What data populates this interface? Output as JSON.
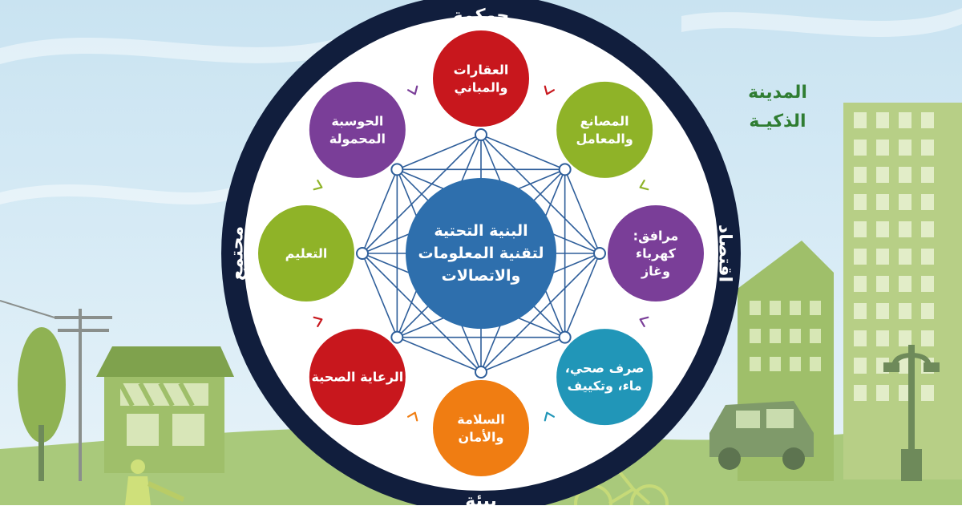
{
  "title": {
    "line1": "المدينة",
    "line2": "الذكيـة"
  },
  "ring_labels": {
    "top": "حوكمة",
    "right": "اقتصاد",
    "bottom": "بيئة",
    "left": "مجتمع"
  },
  "center": {
    "lines": [
      "البنية التحتية",
      "لتقنية المعلومات",
      "والاتصالات"
    ],
    "color": "#2e6fad"
  },
  "nodes": [
    {
      "lines": [
        "العقارات",
        "والمباني"
      ],
      "color": "#c8171d"
    },
    {
      "lines": [
        "المصانع",
        "والمعامل"
      ],
      "color": "#8fb328"
    },
    {
      "lines": [
        "مرافق:",
        "كهرباء",
        "وغاز"
      ],
      "color": "#7a3e98"
    },
    {
      "lines": [
        "صرف صحي،",
        "ماء، وتكييف"
      ],
      "color": "#2196b8"
    },
    {
      "lines": [
        "السلامة",
        "والأمان"
      ],
      "color": "#f07d12"
    },
    {
      "lines": [
        "الرعاية الصحية"
      ],
      "color": "#c8171d"
    },
    {
      "lines": [
        "التعليم"
      ],
      "color": "#8fb328"
    },
    {
      "lines": [
        "الحوسبة",
        "المحمولة"
      ],
      "color": "#7a3e98"
    }
  ],
  "arrow_colors": [
    "#c8171d",
    "#8fb328",
    "#7a3e98",
    "#2196b8",
    "#f07d12",
    "#c8171d",
    "#8fb328",
    "#7a3e98"
  ],
  "colors": {
    "ring": "#111e3d",
    "network": "#2e5e9a",
    "title": "#2f7d32"
  },
  "icons": [
    "house-icon",
    "power-pole-icon",
    "tree-icon",
    "building-icon",
    "car-icon",
    "street-lamp-icon",
    "cyclist-icon",
    "walker-icon"
  ]
}
